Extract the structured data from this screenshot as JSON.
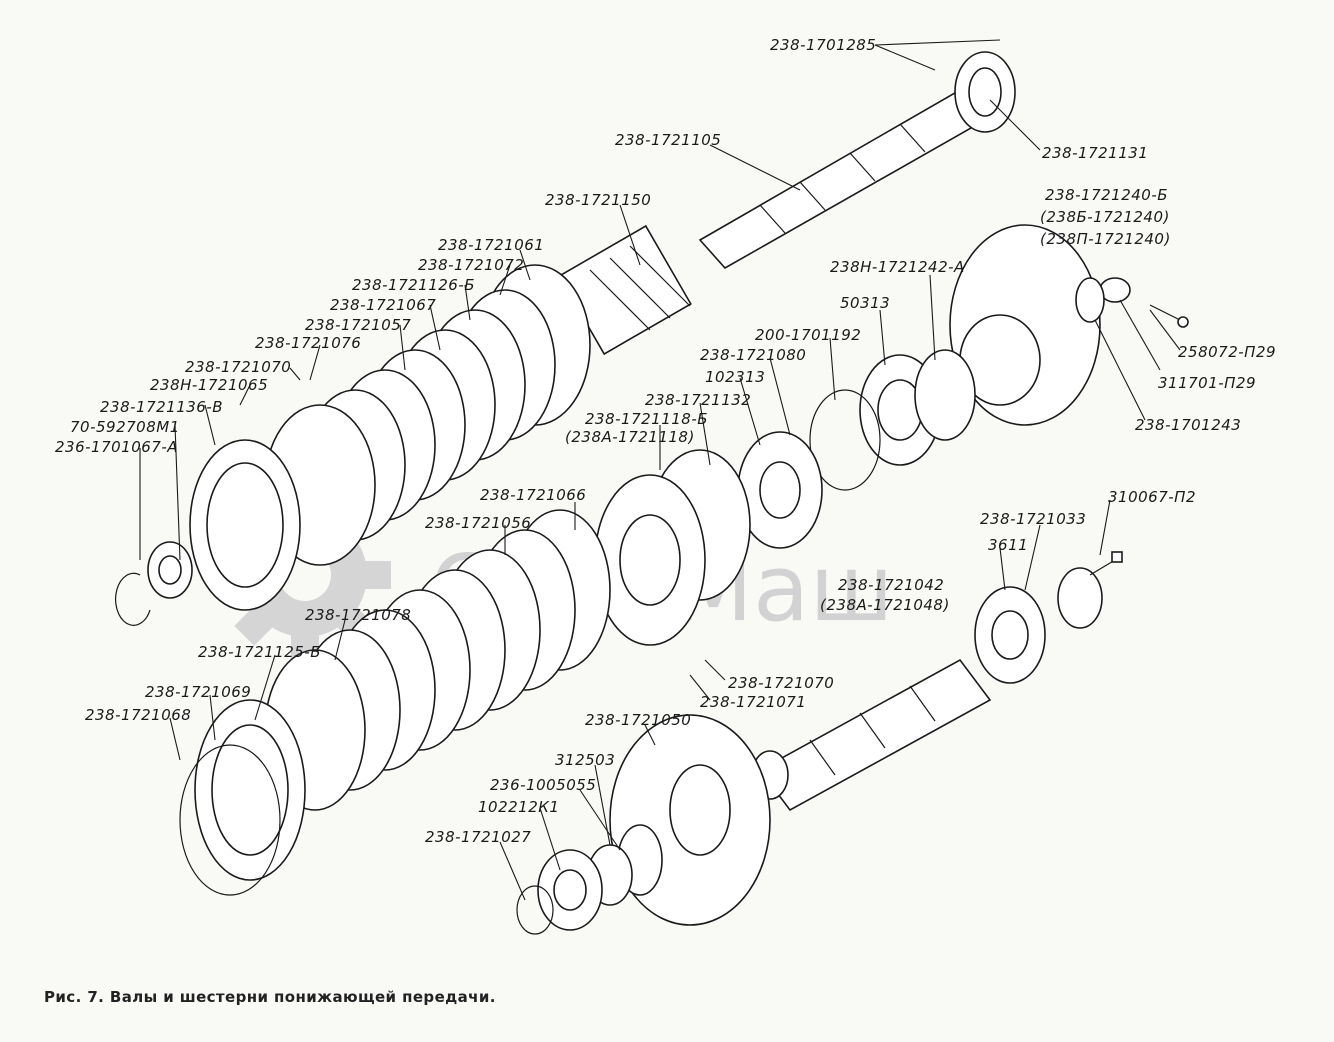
{
  "caption": "Рис. 7. Валы и шестерни понижающей передачи.",
  "watermark": "СпецМаш",
  "labels": [
    "238-1701285",
    "238-1721131",
    "238-1721105",
    "238-1721150",
    "238-1721240-Б",
    "(238Б-1721240)",
    "(238П-1721240)",
    "238-1721061",
    "238-1721072",
    "238-1721126-Б",
    "238-1721067",
    "238-1721057",
    "238-1721076",
    "238-1721070",
    "238Н-1721065",
    "238-1721136-В",
    "70-592708М1",
    "236-1701067-А",
    "238Н-1721242-А",
    "50313",
    "200-1701192",
    "238-1721080",
    "102313",
    "238-1721132",
    "238-1721118-Б",
    "(238А-1721118)",
    "258072-П29",
    "311701-П29",
    "238-1701243",
    "238-1721066",
    "238-1721056",
    "238-1721033",
    "310067-П2",
    "3611",
    "238-1721042",
    "(238А-1721048)",
    "238-1721078",
    "238-1721125-Б",
    "238-1721069",
    "238-1721068",
    "238-1721070",
    "238-1721071",
    "238-1721050",
    "312503",
    "236-1005055",
    "102212К1",
    "238-1721027"
  ]
}
